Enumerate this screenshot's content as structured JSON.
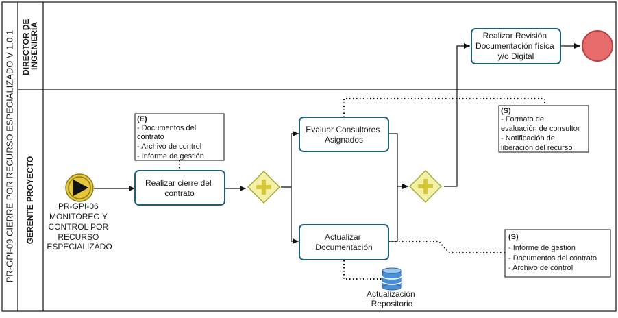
{
  "pool": {
    "title": "PR-GPI-09 CIERRE POR RECURSO ESPECIALIZADO V 1.0.1"
  },
  "lanes": [
    {
      "lines": [
        "DIRECTOR DE",
        "INGENIERÍA"
      ]
    },
    {
      "lines": [
        "GERENTE PROYECTO"
      ]
    }
  ],
  "start_event": {
    "lines": [
      "PR-GPI-06",
      "MONITOREO Y",
      "CONTROL POR",
      "RECURSO",
      "ESPECIALIZADO"
    ]
  },
  "tasks": {
    "cierre": {
      "lines": [
        "Realizar cierre del",
        "contrato"
      ]
    },
    "evaluar": {
      "lines": [
        "Evaluar Consultores",
        "Asignados"
      ]
    },
    "actualizar": {
      "lines": [
        "Actualizar",
        "Documentación"
      ]
    },
    "revision": {
      "lines": [
        "Realizar Revisión",
        "Documentación física",
        "y/o Digital"
      ]
    }
  },
  "notes": {
    "entrada": {
      "lines": [
        "(E)",
        "- Documentos del",
        "contrato",
        "- Archivo de control",
        "- Informe de gestión"
      ]
    },
    "salida_evaluar": {
      "lines": [
        "(S)",
        "- Formato de",
        "evaluación de consultor",
        "- Notificación de",
        "liberación del recurso"
      ]
    },
    "salida_actualizar": {
      "lines": [
        "(S)",
        "- Informe de gestión",
        "- Documentos del contrato",
        "- Archivo de control"
      ]
    }
  },
  "datastore": {
    "lines": [
      "Actualización",
      "Repositorio"
    ]
  },
  "colors": {
    "task_border": "#1f5f7a",
    "gateway_fill": "#f3f0a8",
    "gateway_stroke": "#a8a83a",
    "gateway_plus": "#d4c83a",
    "start_fill": "#e6c53a",
    "start_stroke": "#8a7a1a",
    "end_fill": "#e86b6b",
    "end_stroke": "#b84545",
    "db_fill": "#4a90d9"
  }
}
